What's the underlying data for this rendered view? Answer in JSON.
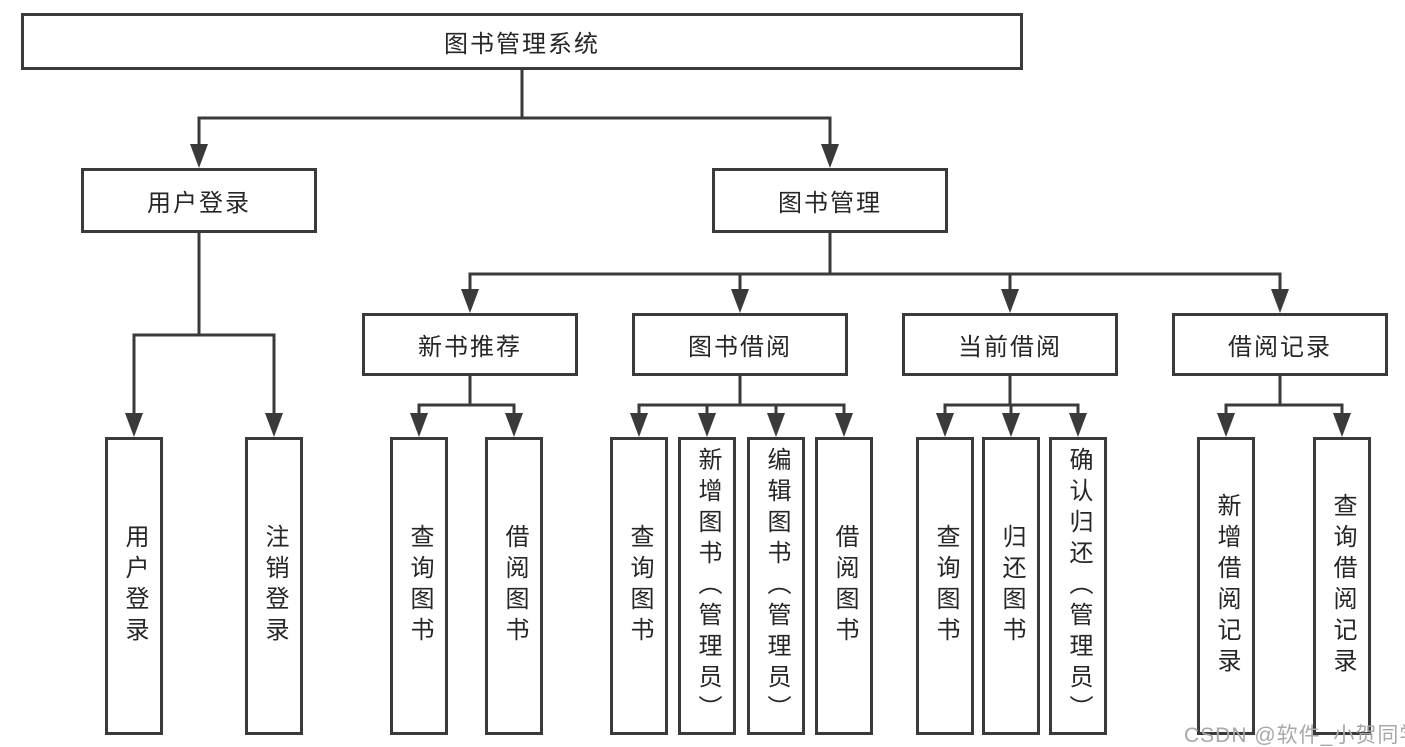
{
  "colors": {
    "line": "#3a3a3a",
    "text": "#262626",
    "background": "#ffffff",
    "watermark": "#a8a8a8"
  },
  "diagram": {
    "root": {
      "label": "图书管理系统"
    },
    "level2": [
      {
        "label": "用户登录"
      },
      {
        "label": "图书管理"
      }
    ],
    "level3": [
      {
        "label": "新书推荐"
      },
      {
        "label": "图书借阅"
      },
      {
        "label": "当前借阅"
      },
      {
        "label": "借阅记录"
      }
    ],
    "leaves": {
      "user_login": [
        "用户登录",
        "注销登录"
      ],
      "new_books": [
        "查询图书",
        "借阅图书"
      ],
      "book_borrow": [
        "查询图书",
        "新增图书（管理员）",
        "编辑图书（管理员）",
        "借阅图书"
      ],
      "current_borrow": [
        "查询图书",
        "归还图书",
        "确认归还（管理员）"
      ],
      "borrow_records": [
        "新增借阅记录",
        "查询借阅记录"
      ]
    }
  },
  "watermark": {
    "text": "CSDN @软件_小贺同学"
  }
}
